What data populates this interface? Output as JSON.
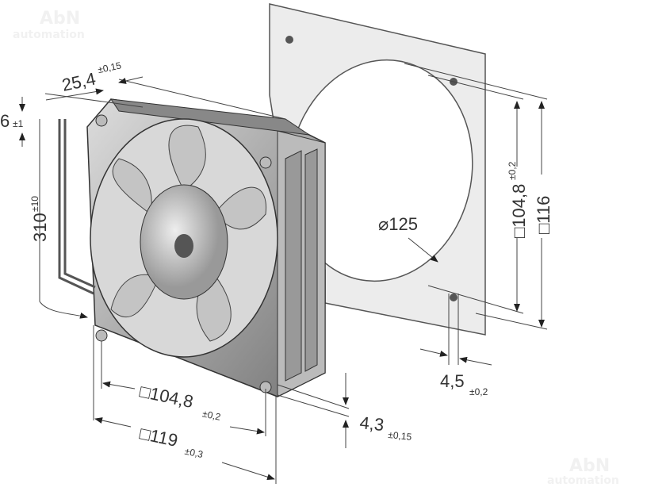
{
  "watermark": {
    "line1": "AbN",
    "line2": "automation"
  },
  "dimensions": {
    "depth": {
      "value": "25,4",
      "tolerance": "±0,15"
    },
    "lead_offset": {
      "value": "6",
      "tolerance": "±1"
    },
    "lead_length": {
      "value": "310",
      "tolerance": "±10"
    },
    "cutout_diameter": {
      "value": "⌀125"
    },
    "gasket_hole_pitch": {
      "value": "□104,8",
      "tolerance": "±0,2"
    },
    "gasket_size": {
      "value": "□116"
    },
    "gasket_hole": {
      "value": "4,5",
      "tolerance": "±0,2"
    },
    "flange": {
      "value": "4,3",
      "tolerance": "±0,15"
    },
    "hole_pitch": {
      "value": "□104,8",
      "tolerance": "±0,2"
    },
    "frame_size": {
      "value": "□119",
      "tolerance": "±0,3"
    }
  },
  "colors": {
    "line": "#444444",
    "frame": "#9a9a9a",
    "gasket": "#e8e8e8"
  }
}
